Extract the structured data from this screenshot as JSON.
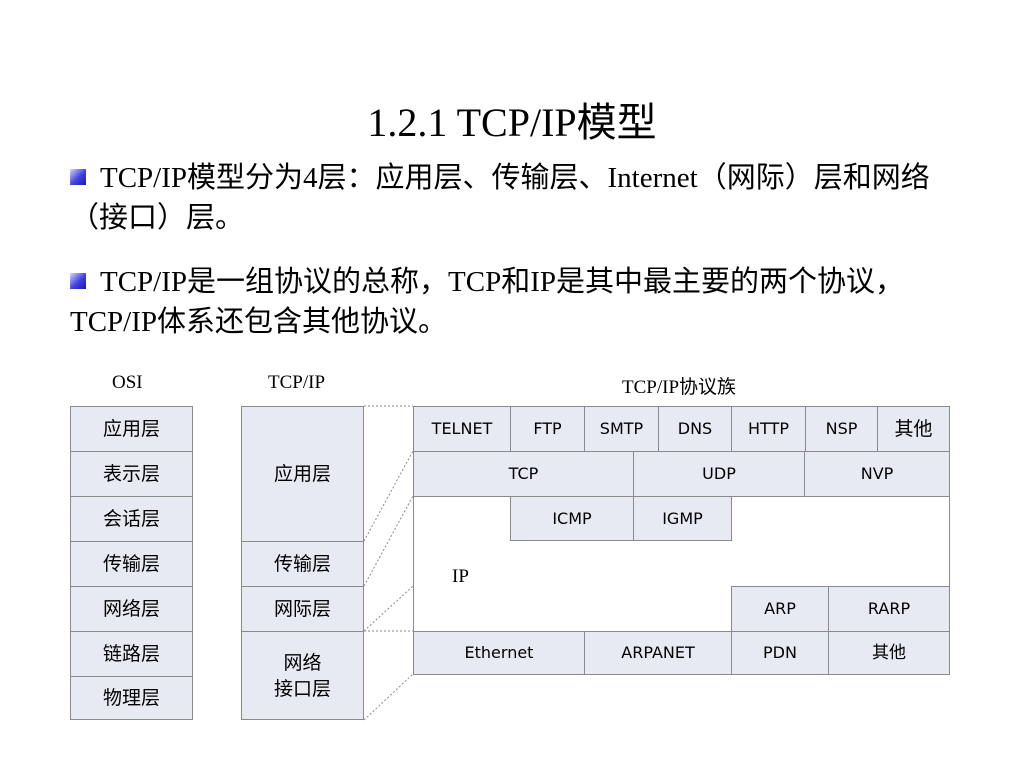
{
  "title": "1.2.1  TCP/IP模型",
  "bullets": [
    "TCP/IP模型分为4层：应用层、传输层、Internet（网际）层和网络（接口）层。",
    "TCP/IP是一组协议的总称，TCP和IP是其中最主要的两个协议，TCP/IP体系还包含其他协议。"
  ],
  "headers": {
    "osi": "OSI",
    "tcpip": "TCP/IP",
    "suite": "TCP/IP协议族"
  },
  "osi_layers": [
    "应用层",
    "表示层",
    "会话层",
    "传输层",
    "网络层",
    "链路层",
    "物理层"
  ],
  "tcpip_layers": {
    "application": "应用层",
    "transport": "传输层",
    "internet": "网际层",
    "network_line1": "网络",
    "network_line2": "接口层"
  },
  "suite": {
    "application": [
      "TELNET",
      "FTP",
      "SMTP",
      "DNS",
      "HTTP",
      "NSP",
      "其他"
    ],
    "transport": [
      "TCP",
      "UDP",
      "NVP"
    ],
    "icmp_igmp": [
      "ICMP",
      "IGMP"
    ],
    "ip_label": "IP",
    "arp_rarp": [
      "ARP",
      "RARP"
    ],
    "network": [
      "Ethernet",
      "ARPANET",
      "PDN",
      "其他"
    ]
  },
  "colors": {
    "cell_fill": "#e8eaf3",
    "cell_border": "#8a8a8a",
    "bullet_accent": "#3030d0"
  }
}
